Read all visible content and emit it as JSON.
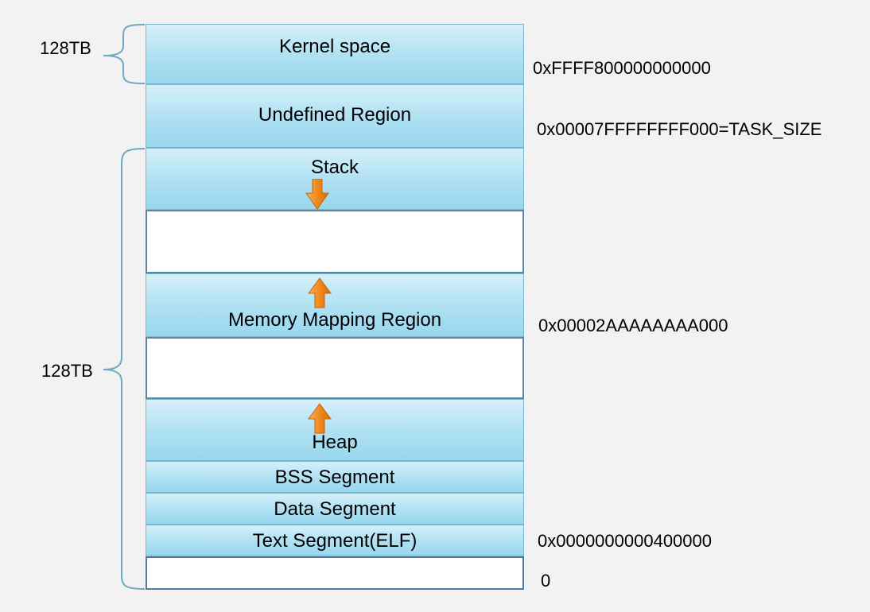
{
  "regions": {
    "kernel": "Kernel space",
    "undefined": "Undefined Region",
    "stack": "Stack",
    "mmap": "Memory Mapping Region",
    "heap": "Heap",
    "bss": "BSS Segment",
    "data": "Data Segment",
    "text": "Text Segment(ELF)"
  },
  "addresses": {
    "kernel_start": "0xFFFF800000000000",
    "task_size": "0x00007FFFFFFFF000=TASK_SIZE",
    "mmap_base": "0x00002AAAAAAAA000",
    "text_start": "0x0000000000400000",
    "zero": "0"
  },
  "sizes": {
    "kernel": "128TB",
    "user": "128TB"
  },
  "colors": {
    "block_fill": "#aee0f2",
    "block_border": "#7fb5c9",
    "bracket": "#6fa8c0",
    "arrow": "#f08a1c"
  },
  "icons": {
    "stack_growth": "arrow-down-icon",
    "mmap_growth": "arrow-up-icon",
    "heap_growth": "arrow-up-icon"
  }
}
